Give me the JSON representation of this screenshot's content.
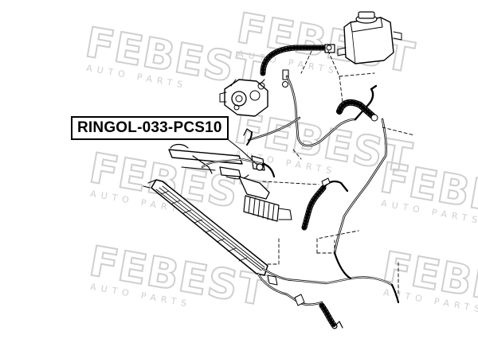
{
  "watermark": {
    "brand": "FEBEST",
    "tagline": "AUTO PARTS",
    "color": "#cfcfcf"
  },
  "callout": {
    "part_number": "RINGOL-033-PCS10"
  },
  "diagram": {
    "subject": "power-steering-hydraulic-system",
    "line_color": "#000000"
  }
}
